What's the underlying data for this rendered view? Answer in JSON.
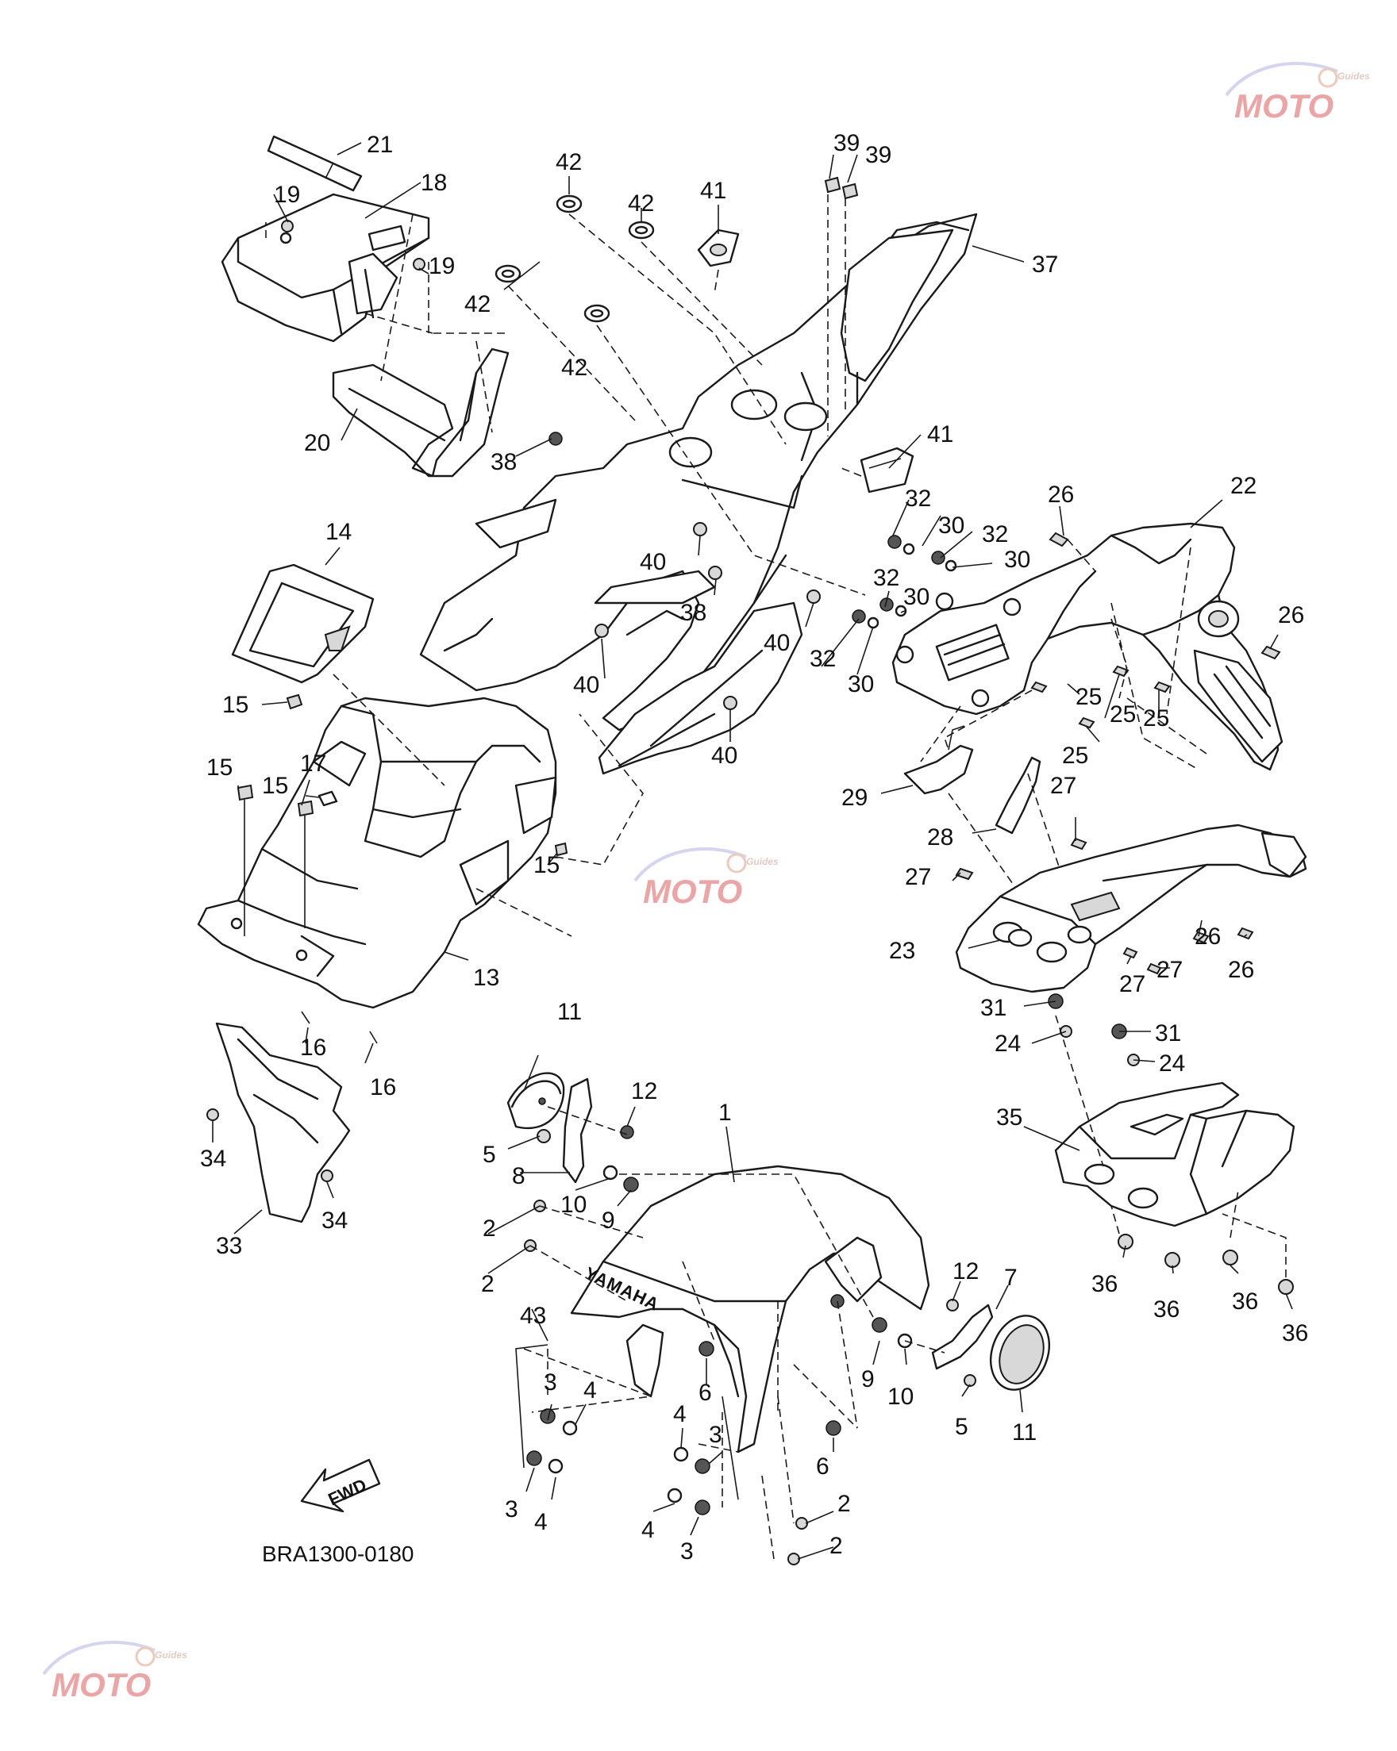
{
  "diagram": {
    "code": "BRA1300-0180",
    "fwd_label": "FWD",
    "brand_on_fender": "YAMAHA",
    "watermark": {
      "text": "MOTO",
      "subtext": "Guides"
    },
    "callouts": [
      {
        "id": "c21",
        "text": "21"
      },
      {
        "id": "c19a",
        "text": "19"
      },
      {
        "id": "c18",
        "text": "18"
      },
      {
        "id": "c19b",
        "text": "19"
      },
      {
        "id": "c20",
        "text": "20"
      },
      {
        "id": "c42a",
        "text": "42"
      },
      {
        "id": "c42b",
        "text": "42"
      },
      {
        "id": "c42c",
        "text": "42"
      },
      {
        "id": "c42d",
        "text": "42"
      },
      {
        "id": "c41a",
        "text": "41"
      },
      {
        "id": "c39a",
        "text": "39"
      },
      {
        "id": "c39b",
        "text": "39"
      },
      {
        "id": "c37",
        "text": "37"
      },
      {
        "id": "c38a",
        "text": "38"
      },
      {
        "id": "c41b",
        "text": "41"
      },
      {
        "id": "c32a",
        "text": "32"
      },
      {
        "id": "c30a",
        "text": "30"
      },
      {
        "id": "c32b",
        "text": "32"
      },
      {
        "id": "c30b",
        "text": "30"
      },
      {
        "id": "c26a",
        "text": "26"
      },
      {
        "id": "c22",
        "text": "22"
      },
      {
        "id": "c40a",
        "text": "40"
      },
      {
        "id": "c38b",
        "text": "38"
      },
      {
        "id": "c32c",
        "text": "32"
      },
      {
        "id": "c30c",
        "text": "30"
      },
      {
        "id": "c40b",
        "text": "40"
      },
      {
        "id": "c32d",
        "text": "32"
      },
      {
        "id": "c30d",
        "text": "30"
      },
      {
        "id": "c26b",
        "text": "26"
      },
      {
        "id": "c14",
        "text": "14"
      },
      {
        "id": "c40c",
        "text": "40"
      },
      {
        "id": "c25a",
        "text": "25"
      },
      {
        "id": "c25b",
        "text": "25"
      },
      {
        "id": "c25c",
        "text": "25"
      },
      {
        "id": "c25d",
        "text": "25"
      },
      {
        "id": "c15a",
        "text": "15"
      },
      {
        "id": "c40d",
        "text": "40"
      },
      {
        "id": "c15b",
        "text": "15"
      },
      {
        "id": "c17",
        "text": "17"
      },
      {
        "id": "c15c",
        "text": "15"
      },
      {
        "id": "c29",
        "text": "29"
      },
      {
        "id": "c27a",
        "text": "27"
      },
      {
        "id": "c28",
        "text": "28"
      },
      {
        "id": "c15d",
        "text": "15"
      },
      {
        "id": "c27b",
        "text": "27"
      },
      {
        "id": "c26c",
        "text": "26"
      },
      {
        "id": "c23",
        "text": "23"
      },
      {
        "id": "c27c",
        "text": "27"
      },
      {
        "id": "c27d",
        "text": "27"
      },
      {
        "id": "c26d",
        "text": "26"
      },
      {
        "id": "c13",
        "text": "13"
      },
      {
        "id": "c31a",
        "text": "31"
      },
      {
        "id": "c24a",
        "text": "24"
      },
      {
        "id": "c31b",
        "text": "31"
      },
      {
        "id": "c24b",
        "text": "24"
      },
      {
        "id": "c11a",
        "text": "11"
      },
      {
        "id": "c16a",
        "text": "16"
      },
      {
        "id": "c16b",
        "text": "16"
      },
      {
        "id": "c12a",
        "text": "12"
      },
      {
        "id": "c1",
        "text": "1"
      },
      {
        "id": "c35",
        "text": "35"
      },
      {
        "id": "c34a",
        "text": "34"
      },
      {
        "id": "c5a",
        "text": "5"
      },
      {
        "id": "c8",
        "text": "8"
      },
      {
        "id": "c10a",
        "text": "10"
      },
      {
        "id": "c9a",
        "text": "9"
      },
      {
        "id": "c34b",
        "text": "34"
      },
      {
        "id": "c2a",
        "text": "2"
      },
      {
        "id": "c33",
        "text": "33"
      },
      {
        "id": "c2b",
        "text": "2"
      },
      {
        "id": "c43",
        "text": "43"
      },
      {
        "id": "c36a",
        "text": "36"
      },
      {
        "id": "c36b",
        "text": "36"
      },
      {
        "id": "c36c",
        "text": "36"
      },
      {
        "id": "c36d",
        "text": "36"
      },
      {
        "id": "c12b",
        "text": "12"
      },
      {
        "id": "c7",
        "text": "7"
      },
      {
        "id": "c9b",
        "text": "9"
      },
      {
        "id": "c10b",
        "text": "10"
      },
      {
        "id": "c5b",
        "text": "5"
      },
      {
        "id": "c11b",
        "text": "11"
      },
      {
        "id": "c6a",
        "text": "6"
      },
      {
        "id": "c3a",
        "text": "3"
      },
      {
        "id": "c4a",
        "text": "4"
      },
      {
        "id": "c4b",
        "text": "4"
      },
      {
        "id": "c3b",
        "text": "3"
      },
      {
        "id": "c6b",
        "text": "6"
      },
      {
        "id": "c3c",
        "text": "3"
      },
      {
        "id": "c4c",
        "text": "4"
      },
      {
        "id": "c4d",
        "text": "4"
      },
      {
        "id": "c3d",
        "text": "3"
      },
      {
        "id": "c2c",
        "text": "2"
      },
      {
        "id": "c2d",
        "text": "2"
      }
    ]
  }
}
